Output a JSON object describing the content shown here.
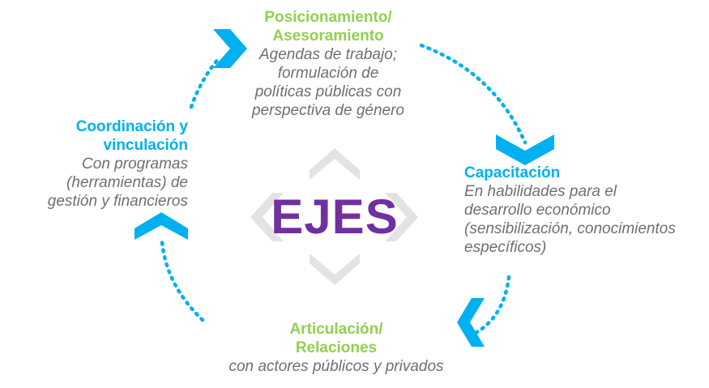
{
  "center": {
    "label": "EJES"
  },
  "axes": [
    {
      "id": "top",
      "title_lines": [
        "Posicionamiento/",
        "Asesoramiento"
      ],
      "description_lines": [
        "Agendas de trabajo;",
        "formulación de",
        "políticas públicas con",
        "perspectiva de género"
      ]
    },
    {
      "id": "right",
      "title_lines": [
        "Capacitación"
      ],
      "description_lines": [
        "En habilidades para el",
        "desarrollo económico",
        "(sensibilización, conocimientos",
        "específicos)"
      ]
    },
    {
      "id": "bottom",
      "title_lines": [
        "Articulación/",
        "Relaciones"
      ],
      "description_lines": [
        "con actores públicos y privados"
      ]
    },
    {
      "id": "left",
      "title_lines": [
        "Coordinación y",
        "vinculación"
      ],
      "description_lines": [
        "Con programas",
        "(herramientas) de",
        "gestión y financieros"
      ]
    }
  ],
  "colors": {
    "green_title": "#92d050",
    "blue_title": "#00b0f0",
    "description": "#6f6f6f",
    "center": "#7030a0",
    "cycle_arrows": "#00b0f0",
    "center_chevrons": "#e3e3e3"
  },
  "icons": [
    "chevron-right-icon",
    "chevron-down-icon",
    "chevron-left-icon",
    "chevron-up-icon"
  ]
}
